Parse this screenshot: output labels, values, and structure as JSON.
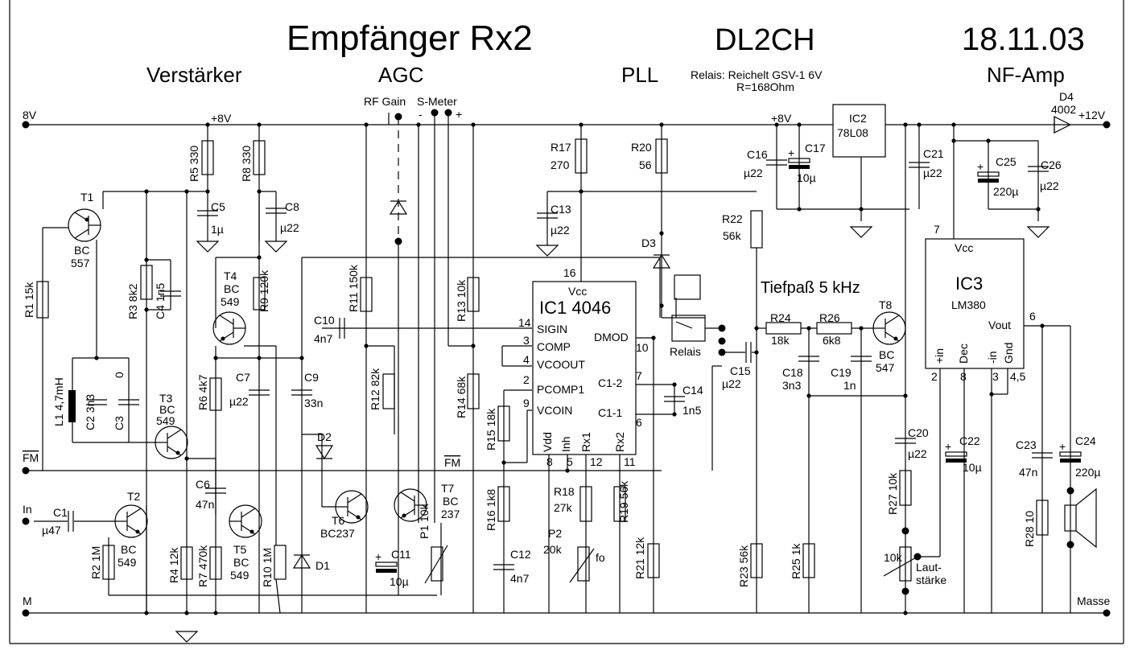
{
  "title": "Empfänger Rx2",
  "author": "DL2CH",
  "date": "18.11.03",
  "sections": {
    "amp": "Verstärker",
    "agc": "AGC",
    "pll": "PLL",
    "lowpass": "Tiefpaß 5 kHz",
    "af_amp": "NF-Amp"
  },
  "relay_note": {
    "line1": "Relais: Reichelt GSV-1 6V",
    "line2": "R=168Ohm"
  },
  "rails": {
    "in_8v": "8V",
    "plus8v": "+8V",
    "plus8v_b": "+8V",
    "plus12v": "+12V",
    "ground": "M",
    "masse": "Masse",
    "input": "In",
    "fm": "FM",
    "fm2": "FM"
  },
  "controls": {
    "rf_gain": "RF Gain",
    "s_meter": "S-Meter",
    "minus": "-",
    "plus": "+"
  },
  "components": {
    "R1": "R1 15k",
    "R2": "R2 1M",
    "R3": "R3  8k2",
    "R4": "R4 12k",
    "R5": "R5 330",
    "R6": "R6 4k7",
    "R7": "R7  470k",
    "R8": "R8 330",
    "R9": "R9 120k",
    "R10": "R10 1M",
    "R11": "R11 150k",
    "R12": "R12 82k",
    "R13": "R13 10k",
    "R14": "R14 68k",
    "R15": "R15 18k",
    "R16": "R16 1k8",
    "R17_n": "R17",
    "R17_v": "270",
    "R18_n": "R18",
    "R18_v": "27k",
    "R19": "R19 56k",
    "R20_n": "R20",
    "R20_v": "56",
    "R21": "R21 12k",
    "R22_n": "R22",
    "R22_v": "56k",
    "R23": "R23 56k",
    "R24_n": "R24",
    "R24_v": "18k",
    "R25": "R25 1k",
    "R26_n": "R26",
    "R26_v": "6k8",
    "R27": "R27 10k",
    "R28": "R28 10",
    "C1_n": "C1",
    "C1_v": "µ47",
    "C2": "C2  3n3",
    "C3": "C3",
    "C3_v": "0",
    "C4": "C4  1n5",
    "C5_n": "C5",
    "C5_v": "1µ",
    "C6_n": "C6",
    "C6_v": "47n",
    "C7_n": "C7",
    "C7_v": "µ22",
    "C8_n": "C8",
    "C8_v": "µ22",
    "C9_n": "C9",
    "C9_v": "33n",
    "C10_n": "C10",
    "C10_v": "4n7",
    "C11_n": "C11",
    "C11_v": "10µ",
    "C12_n": "C12",
    "C12_v": "4n7",
    "C13_n": "C13",
    "C13_v": "µ22",
    "C14_n": "C14",
    "C14_v": "1n5",
    "C15_n": "C15",
    "C15_v": "µ22",
    "C16_n": "C16",
    "C16_v": "µ22",
    "C17_n": "C17",
    "C17_v": "10µ",
    "C18_n": "C18",
    "C18_v": "3n3",
    "C19_n": "C19",
    "C19_v": "1n",
    "C20_n": "C20",
    "C20_v": "µ22",
    "C21_n": "C21",
    "C21_v": "µ22",
    "C22_n": "C22",
    "C22_v": "10µ",
    "C23_n": "C23",
    "C23_v": "47n",
    "C24_n": "C24",
    "C24_v": "220µ",
    "C25_n": "C25",
    "C25_v": "220µ",
    "C26_n": "C26",
    "C26_v": "µ22",
    "L1": "L1  4,7mH",
    "T1_n": "T1",
    "T1_t1": "BC",
    "T1_t2": "557",
    "T2_n": "T2",
    "T2_t1": "BC",
    "T2_t2": "549",
    "T3_n": "T3",
    "T3_t1": "BC",
    "T3_t2": "549",
    "T4_n": "T4",
    "T4_t1": "BC",
    "T4_t2": "549",
    "T5_n": "T5",
    "T5_t1": "BC",
    "T5_t2": "549",
    "T6_n": "T6",
    "T6_t": "BC237",
    "T7_n": "T7",
    "T7_t1": "BC",
    "T7_t2": "237",
    "T8_n": "T8",
    "T8_t1": "BC",
    "T8_t2": "547",
    "D1": "D1",
    "D2": "D2",
    "D3": "D3",
    "D4_n": "D4",
    "D4_v": "4002",
    "P1": "P1 10k",
    "P2_n": "P2",
    "P2_v": "20k",
    "P2_f": "fo",
    "vol_v": "10k",
    "vol_l1": "Laut-",
    "vol_l2": "stärke",
    "relay": "Relais",
    "IC1": {
      "name": "IC1  4046",
      "vcc": "Vcc",
      "sigin": "SIGIN",
      "comp": "COMP",
      "vcoout": "VCOOUT",
      "pcomp1": "PCOMP1",
      "vcoin": "VCOIN",
      "dmod": "DMOD",
      "c12": "C1-2",
      "c11": "C1-1",
      "vdd": "Vdd",
      "inh": "Inh",
      "rx1": "Rx1",
      "rx2": "Rx2",
      "p16": "16",
      "p14": "14",
      "p3": "3",
      "p4": "4",
      "p2": "2",
      "p9": "9",
      "p10": "10",
      "p7": "7",
      "p6": "6",
      "p8": "8",
      "p5": "5",
      "p12": "12",
      "p11": "11"
    },
    "IC2": {
      "name": "IC2",
      "type": "78L08"
    },
    "IC3": {
      "name": "IC3",
      "type": "LM380",
      "vcc": "Vcc",
      "vout": "Vout",
      "pin": "+in",
      "dec": "Dec",
      "nin": "-in",
      "gnd": "Gnd",
      "p7": "7",
      "p6": "6",
      "p2": "2",
      "p8": "8",
      "p3": "3",
      "p45": "4,5"
    }
  }
}
